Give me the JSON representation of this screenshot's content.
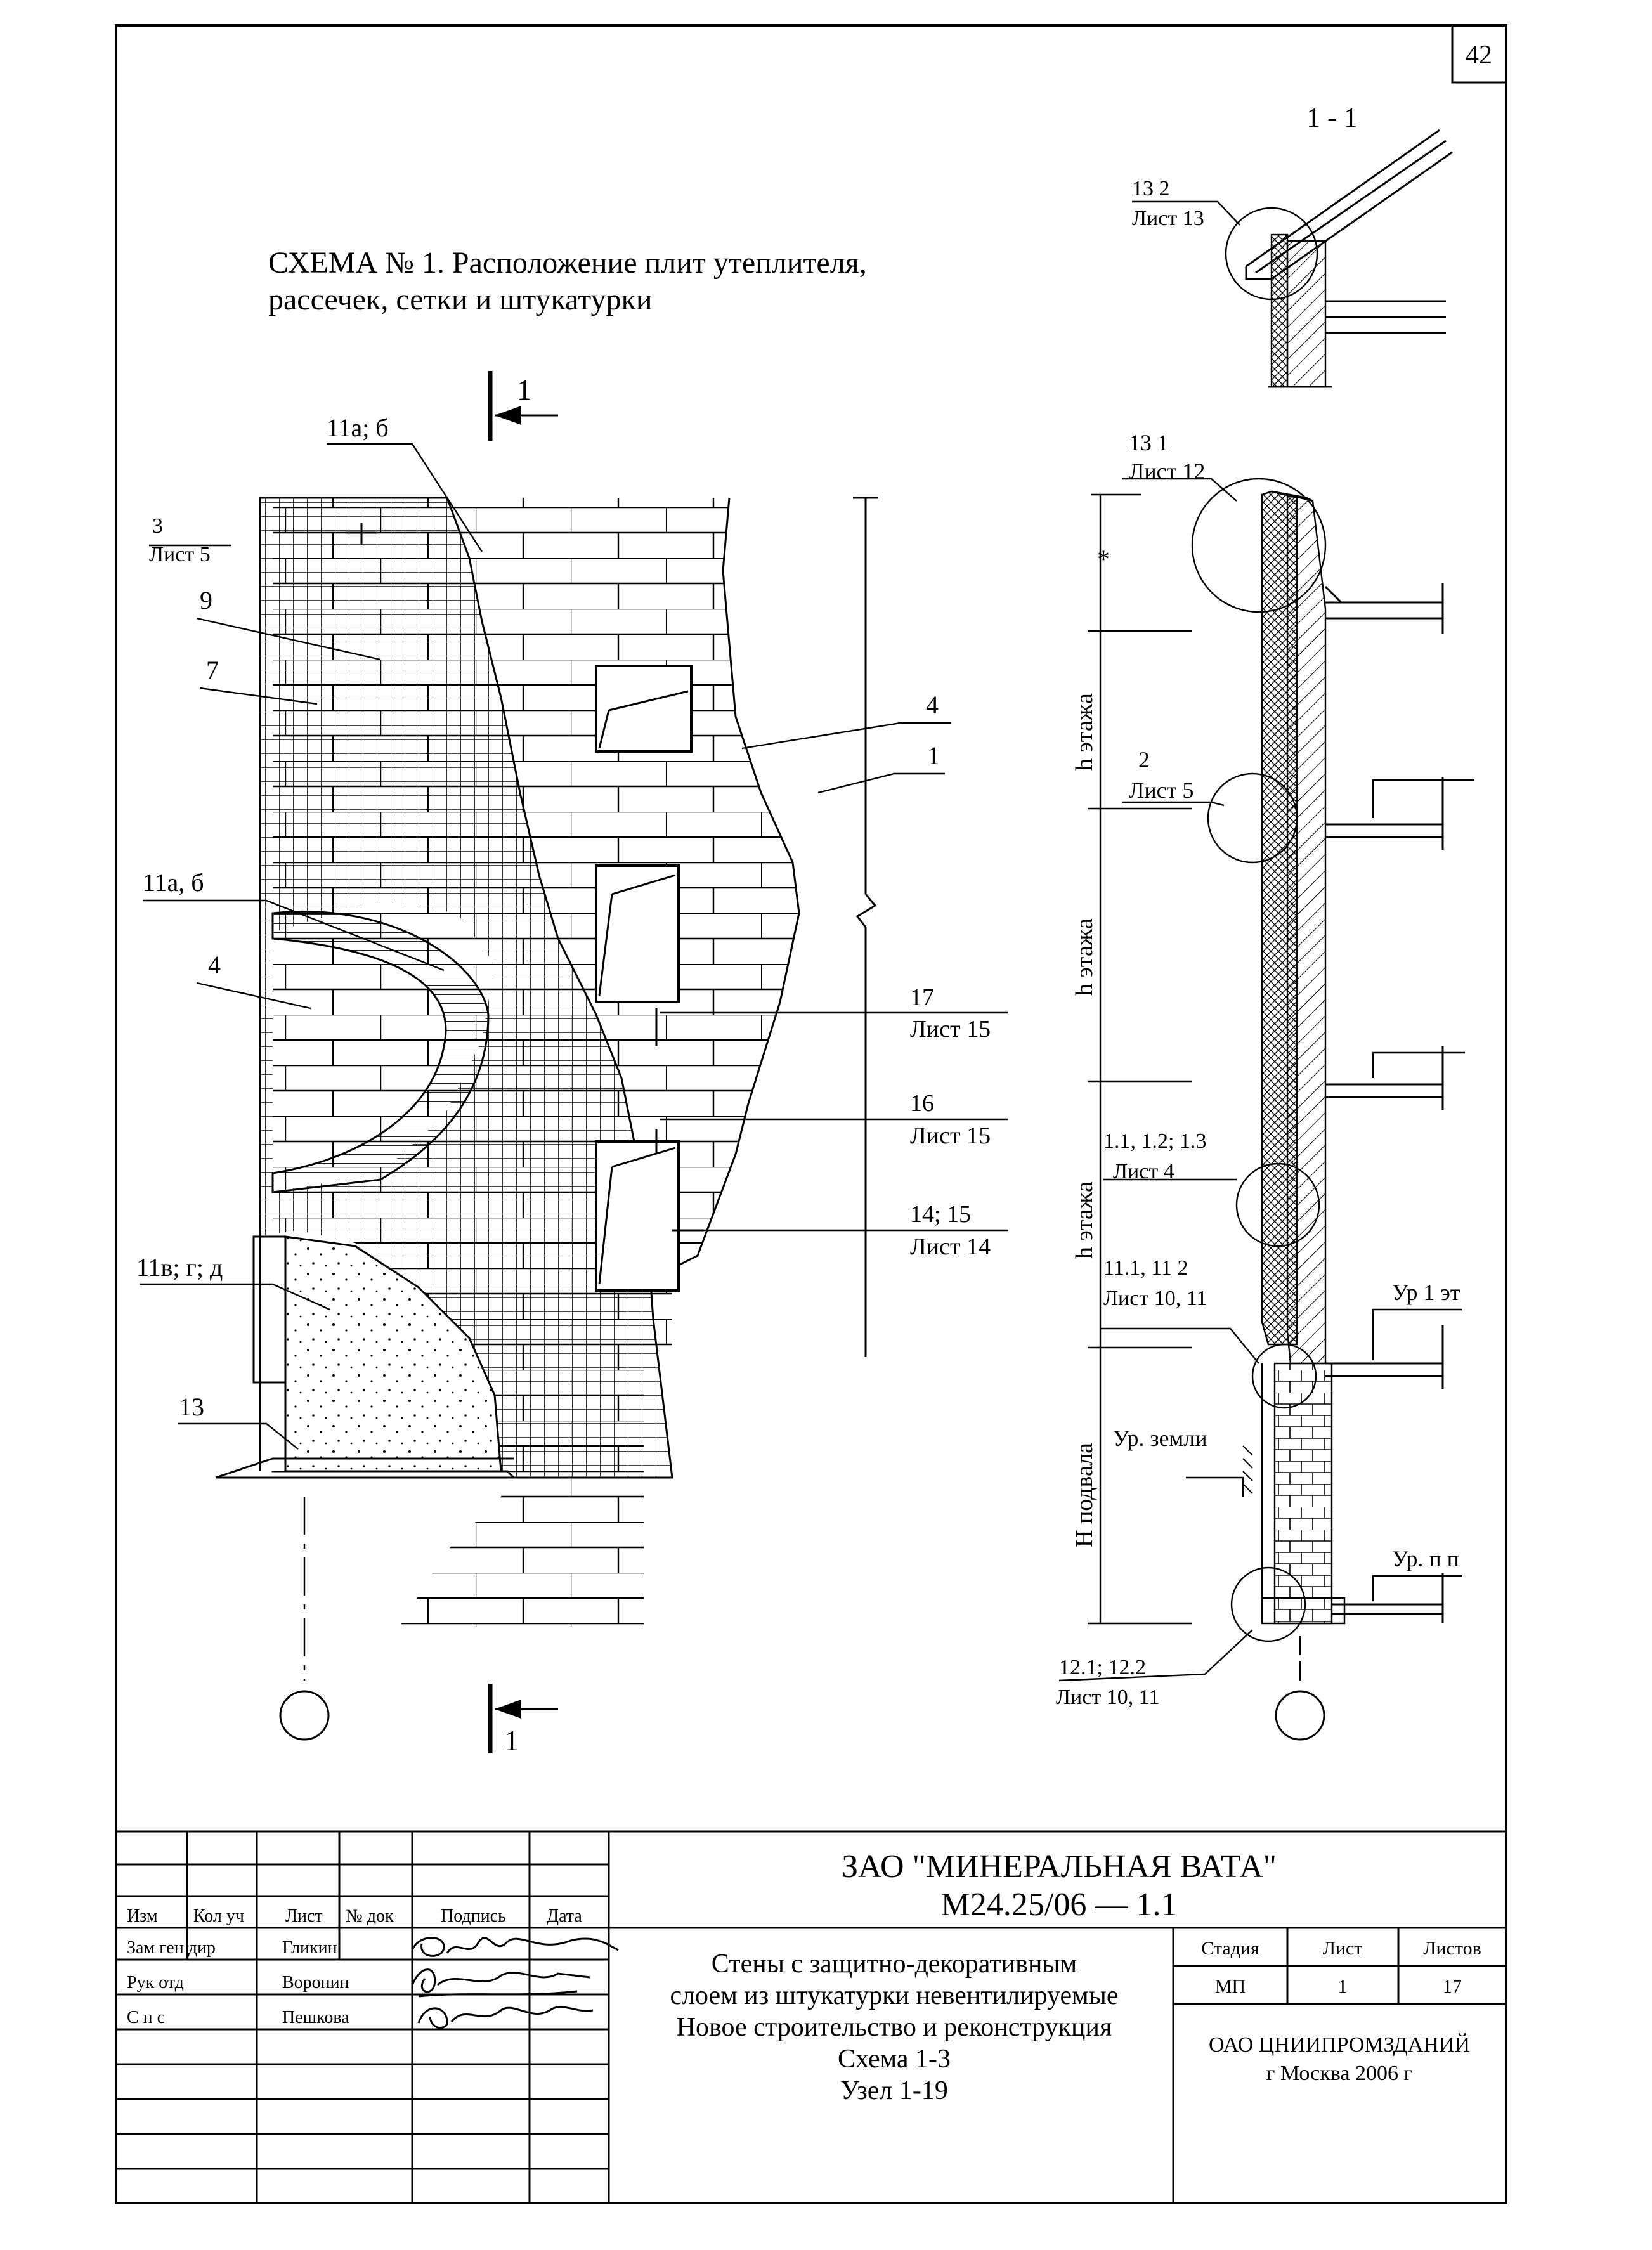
{
  "sheet_number": "42",
  "scheme_title": {
    "line1": "СХЕМА № 1. Расположение плит утеплителя,",
    "line2": "рассечек, сетки и штукатурки"
  },
  "section_mark": "1",
  "section_title": "1 - 1",
  "callouts": {
    "c11ab_top": "11а; б",
    "c3": "3",
    "c3_sheet": "Лист 5",
    "c9": "9",
    "c7": "7",
    "c4_right": "4",
    "c1": "1",
    "c11ab_mid": "11а, б",
    "c4_left": "4",
    "c17": "17",
    "c17_sheet": "Лист 15",
    "c16": "16",
    "c16_sheet": "Лист 15",
    "c1415": "14; 15",
    "c1415_sheet": "Лист 14",
    "c11vgd": "11в; г; д",
    "c13": "13",
    "s132": "13 2",
    "s132_sheet": "Лист 13",
    "s131": "13 1",
    "s131_sheet": "Лист 12",
    "s2": "2",
    "s2_sheet": "Лист 5",
    "s11": "1.1, 1.2; 1.3",
    "s11_sheet": "Лист 4",
    "s1112": "11.1, 11 2",
    "s1112_sheet": "Лист 10, 11",
    "s12": "12.1; 12.2",
    "s12_sheet": "Лист 10, 11"
  },
  "dimensions": {
    "star": "*",
    "floor1": "h этажа",
    "floor2": "h этажа",
    "floor3": "h этажа",
    "basement": "H подвала"
  },
  "levels": {
    "floor1": "Ур 1 эт",
    "ground": "Ур. земли",
    "basement_floor": "Ур. п п"
  },
  "title_block": {
    "company": "ЗАО \"МИНЕРАЛЬНАЯ ВАТА\"",
    "code": "М24.25/06  —  1.1",
    "headers": [
      "Изм",
      "Кол уч",
      "Лист",
      "№ док",
      "Подпись",
      "Дата"
    ],
    "roles": [
      {
        "role": "Зам ген дир",
        "name": "Гликин"
      },
      {
        "role": "Рук отд",
        "name": "Воронин"
      },
      {
        "role": "С н с",
        "name": "Пешкова"
      }
    ],
    "description": [
      "Стены с защитно-декоративным",
      "слоем из штукатурки невентилируемые",
      "Новое строительство и реконструкция",
      "Схема 1-3",
      "Узел 1-19"
    ],
    "stage_headers": [
      "Стадия",
      "Лист",
      "Листов"
    ],
    "stage_values": [
      "МП",
      "1",
      "17"
    ],
    "org": "ОАО ЦНИИПРОМЗДАНИЙ",
    "org_city": "г  Москва 2006 г"
  }
}
